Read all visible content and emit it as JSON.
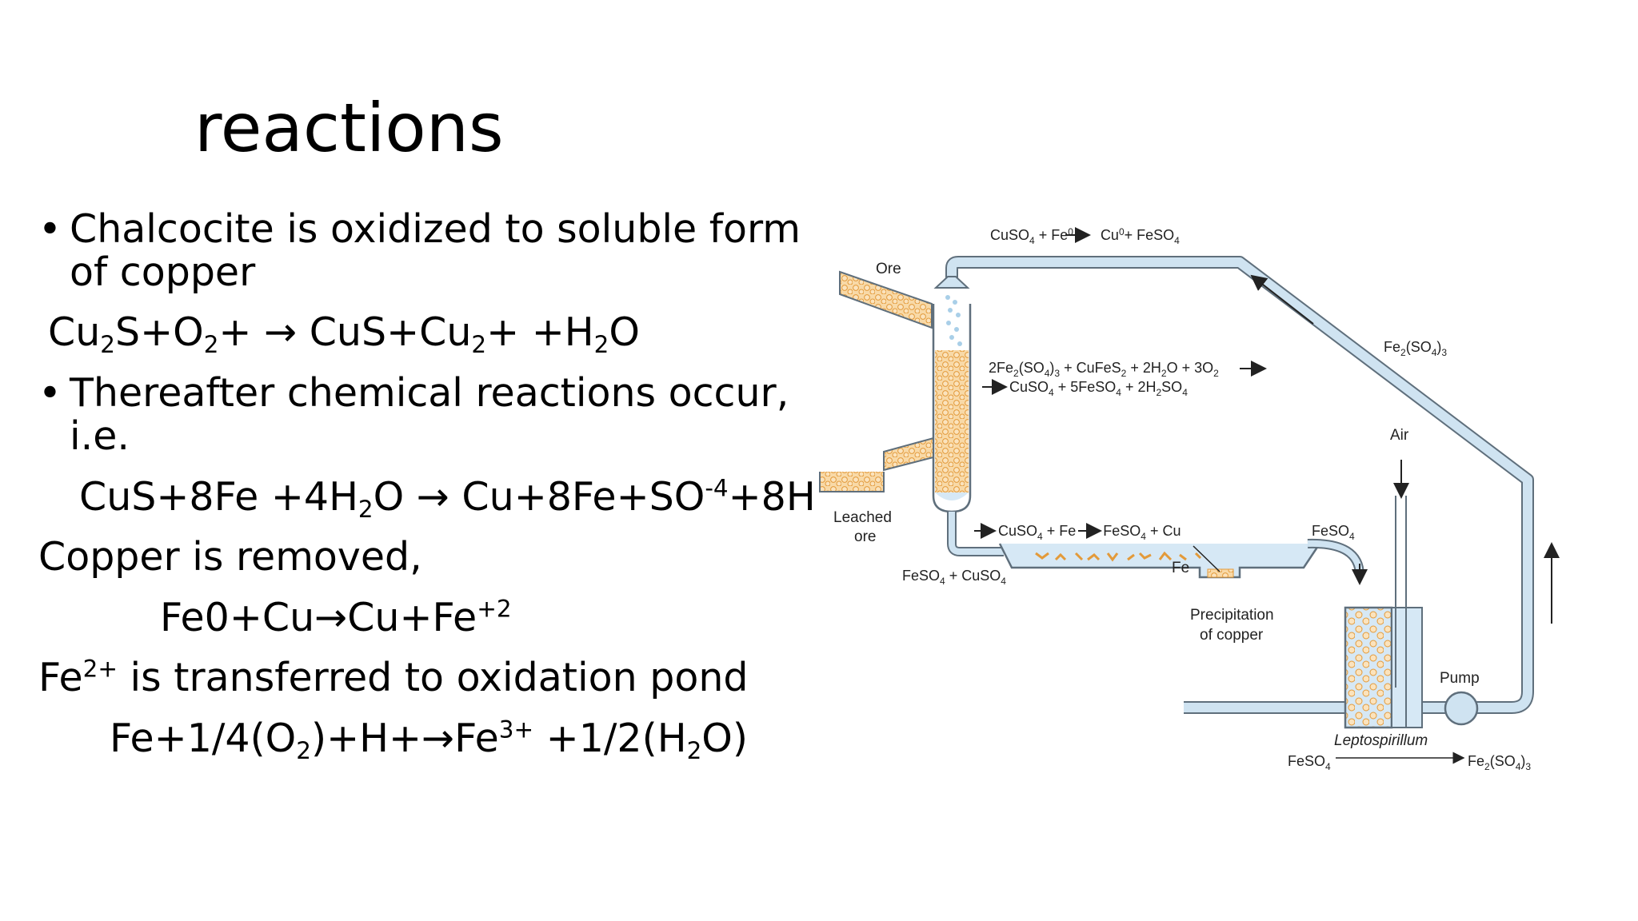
{
  "title": "reactions",
  "bullets": [
    {
      "text": "Chalcocite is oxidized to soluble form",
      "continuation": "of copper"
    },
    {
      "text": "Thereafter chemical reactions occur,",
      "continuation": "i.e."
    }
  ],
  "equations": {
    "eq1": {
      "a": "Cu",
      "a_sub": "2",
      "b": "S+O",
      "b_sub": "2",
      "c": "+ ",
      "arrow": "→",
      "d": " CuS+Cu",
      "d_sub": "2",
      "e": "+ +H",
      "e_sub": "2",
      "f": "O"
    },
    "eq2": {
      "a": "CuS+8Fe +4H",
      "a_sub": "2",
      "b": "O ",
      "arrow": "→",
      "c": " Cu+8Fe+SO",
      "c_sup": "-4",
      "d": "+8H"
    },
    "copper_removed": "Copper is removed,",
    "eq3": {
      "a": "Fe0+Cu",
      "arrow": "→",
      "b": "Cu+Fe",
      "b_sup": "+2"
    },
    "fe_transfer": {
      "a": "Fe",
      "a_sup": "2+",
      "b": " is transferred to oxidation pond"
    },
    "eq4": {
      "a": "Fe+1/4(O",
      "a_sub": "2",
      "b": ")+H+",
      "arrow": "→",
      "c": "Fe",
      "c_sup": "3+",
      "d": " +1/2(H",
      "d_sub": "2",
      "e": "O)"
    }
  },
  "diagram": {
    "top_reaction": {
      "a": "CuSO",
      "a_sub": "4",
      "b": " + Fe",
      "b_sup": "0",
      "c": "Cu",
      "c_sup": "0",
      "d": "+ FeSO",
      "d_sub": "4"
    },
    "ore": "Ore",
    "leached_ore": [
      "Leached",
      "ore"
    ],
    "mid_reaction_1": {
      "a": "2Fe",
      "a_sub": "2",
      "b": "(SO",
      "b_sub": "4",
      "c": ")",
      "c_sub": "3",
      "d": " + CuFeS",
      "d_sub": "2",
      "e": " + 2H",
      "e_sub": "2",
      "f": "O + 3O",
      "f_sub": "2"
    },
    "mid_reaction_2": {
      "a": "CuSO",
      "a_sub": "4",
      "b": " + 5FeSO",
      "b_sub": "4",
      "c": " + 2H",
      "c_sub": "2",
      "d": "SO",
      "d_sub": "4"
    },
    "fe2so43_right": {
      "a": "Fe",
      "a_sub": "2",
      "b": "(SO",
      "b_sub": "4",
      "c": ")",
      "c_sub": "3"
    },
    "air": "Air",
    "bottom_reaction": {
      "a": "CuSO",
      "a_sub": "4",
      "b": " + Fe",
      "c": "FeSO",
      "c_sub": "4",
      "d": " + Cu"
    },
    "feso4_cuso4": {
      "a": "FeSO",
      "a_sub": "4",
      "b": " + CuSO",
      "b_sub": "4"
    },
    "fe": "Fe",
    "feso4_top": {
      "a": "FeSO",
      "a_sub": "4"
    },
    "precipitation": [
      "Precipitation",
      "of copper"
    ],
    "pump": "Pump",
    "leptospirillum": "Leptospirillum",
    "feso4_bottom": {
      "a": "FeSO",
      "a_sub": "4"
    },
    "fe2so43_bottom": {
      "a": "Fe",
      "a_sub": "2",
      "b": "(SO",
      "b_sub": "4",
      "c": ")",
      "c_sub": "3"
    },
    "colors": {
      "pipe": "#cfe3f1",
      "pipe_edge": "#5f6f7c",
      "ore_fill": "#f6cf93",
      "ore_edge": "#e39a3a",
      "water": "#d6e8f5"
    }
  }
}
